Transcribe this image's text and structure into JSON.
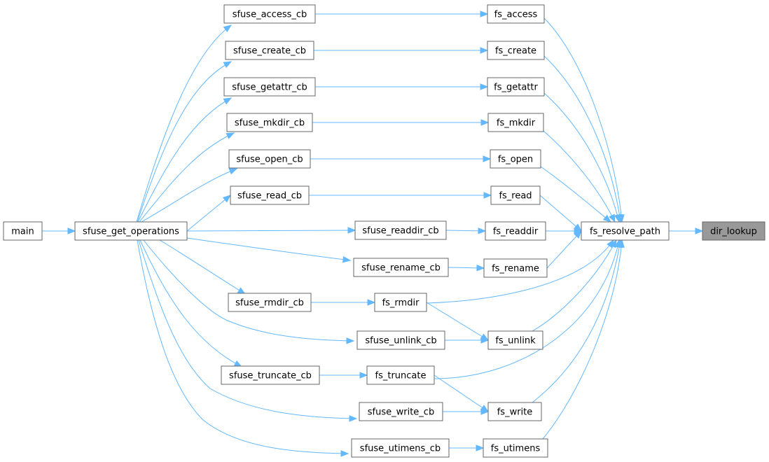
{
  "graph": {
    "root": "dir_lookup",
    "edge_color": "#63b8ff",
    "node_border_color": "#666666",
    "current_node_fill": "#999999",
    "nodes": [
      {
        "id": "main",
        "label": "main"
      },
      {
        "id": "sgo",
        "label": "sfuse_get_operations"
      },
      {
        "id": "sacc",
        "label": "sfuse_access_cb"
      },
      {
        "id": "scre",
        "label": "sfuse_create_cb"
      },
      {
        "id": "sget",
        "label": "sfuse_getattr_cb"
      },
      {
        "id": "smkd",
        "label": "sfuse_mkdir_cb"
      },
      {
        "id": "sopn",
        "label": "sfuse_open_cb"
      },
      {
        "id": "srd",
        "label": "sfuse_read_cb"
      },
      {
        "id": "srdd",
        "label": "sfuse_readdir_cb"
      },
      {
        "id": "sren",
        "label": "sfuse_rename_cb"
      },
      {
        "id": "srmd",
        "label": "sfuse_rmdir_cb"
      },
      {
        "id": "sunl",
        "label": "sfuse_unlink_cb"
      },
      {
        "id": "strn",
        "label": "sfuse_truncate_cb"
      },
      {
        "id": "swr",
        "label": "sfuse_write_cb"
      },
      {
        "id": "sutm",
        "label": "sfuse_utimens_cb"
      },
      {
        "id": "facc",
        "label": "fs_access"
      },
      {
        "id": "fcre",
        "label": "fs_create"
      },
      {
        "id": "fget",
        "label": "fs_getattr"
      },
      {
        "id": "fmkd",
        "label": "fs_mkdir"
      },
      {
        "id": "fopn",
        "label": "fs_open"
      },
      {
        "id": "frd",
        "label": "fs_read"
      },
      {
        "id": "frdd",
        "label": "fs_readdir"
      },
      {
        "id": "fren",
        "label": "fs_rename"
      },
      {
        "id": "frmd",
        "label": "fs_rmdir"
      },
      {
        "id": "funl",
        "label": "fs_unlink"
      },
      {
        "id": "ftrn",
        "label": "fs_truncate"
      },
      {
        "id": "fwr",
        "label": "fs_write"
      },
      {
        "id": "futm",
        "label": "fs_utimens"
      },
      {
        "id": "frp",
        "label": "fs_resolve_path"
      },
      {
        "id": "dl",
        "label": "dir_lookup"
      }
    ],
    "edges": [
      {
        "from": "main",
        "to": "sgo"
      },
      {
        "from": "sgo",
        "to": "sacc"
      },
      {
        "from": "sgo",
        "to": "scre"
      },
      {
        "from": "sgo",
        "to": "sget"
      },
      {
        "from": "sgo",
        "to": "smkd"
      },
      {
        "from": "sgo",
        "to": "sopn"
      },
      {
        "from": "sgo",
        "to": "srd"
      },
      {
        "from": "sgo",
        "to": "srdd"
      },
      {
        "from": "sgo",
        "to": "sren"
      },
      {
        "from": "sgo",
        "to": "srmd"
      },
      {
        "from": "sgo",
        "to": "sunl"
      },
      {
        "from": "sgo",
        "to": "strn"
      },
      {
        "from": "sgo",
        "to": "swr"
      },
      {
        "from": "sgo",
        "to": "sutm"
      },
      {
        "from": "sacc",
        "to": "facc"
      },
      {
        "from": "scre",
        "to": "fcre"
      },
      {
        "from": "sget",
        "to": "fget"
      },
      {
        "from": "smkd",
        "to": "fmkd"
      },
      {
        "from": "sopn",
        "to": "fopn"
      },
      {
        "from": "srd",
        "to": "frd"
      },
      {
        "from": "srdd",
        "to": "frdd"
      },
      {
        "from": "sren",
        "to": "fren"
      },
      {
        "from": "srmd",
        "to": "frmd"
      },
      {
        "from": "sunl",
        "to": "funl"
      },
      {
        "from": "strn",
        "to": "ftrn"
      },
      {
        "from": "swr",
        "to": "fwr"
      },
      {
        "from": "sutm",
        "to": "futm"
      },
      {
        "from": "frmd",
        "to": "funl"
      },
      {
        "from": "ftrn",
        "to": "fwr"
      },
      {
        "from": "facc",
        "to": "frp"
      },
      {
        "from": "fcre",
        "to": "frp"
      },
      {
        "from": "fget",
        "to": "frp"
      },
      {
        "from": "fmkd",
        "to": "frp"
      },
      {
        "from": "fopn",
        "to": "frp"
      },
      {
        "from": "frd",
        "to": "frp"
      },
      {
        "from": "frdd",
        "to": "frp"
      },
      {
        "from": "fren",
        "to": "frp"
      },
      {
        "from": "frmd",
        "to": "frp"
      },
      {
        "from": "funl",
        "to": "frp"
      },
      {
        "from": "ftrn",
        "to": "frp"
      },
      {
        "from": "fwr",
        "to": "frp"
      },
      {
        "from": "futm",
        "to": "frp"
      },
      {
        "from": "frp",
        "to": "dl"
      }
    ]
  }
}
